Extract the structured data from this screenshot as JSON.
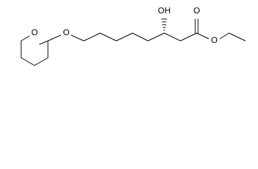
{
  "structure": {
    "atoms": {
      "ring_oxygen": "O",
      "ether_oxygen": "O",
      "hydroxyl": "OH",
      "carbonyl_oxygen": "O",
      "ester_oxygen": "O"
    }
  }
}
